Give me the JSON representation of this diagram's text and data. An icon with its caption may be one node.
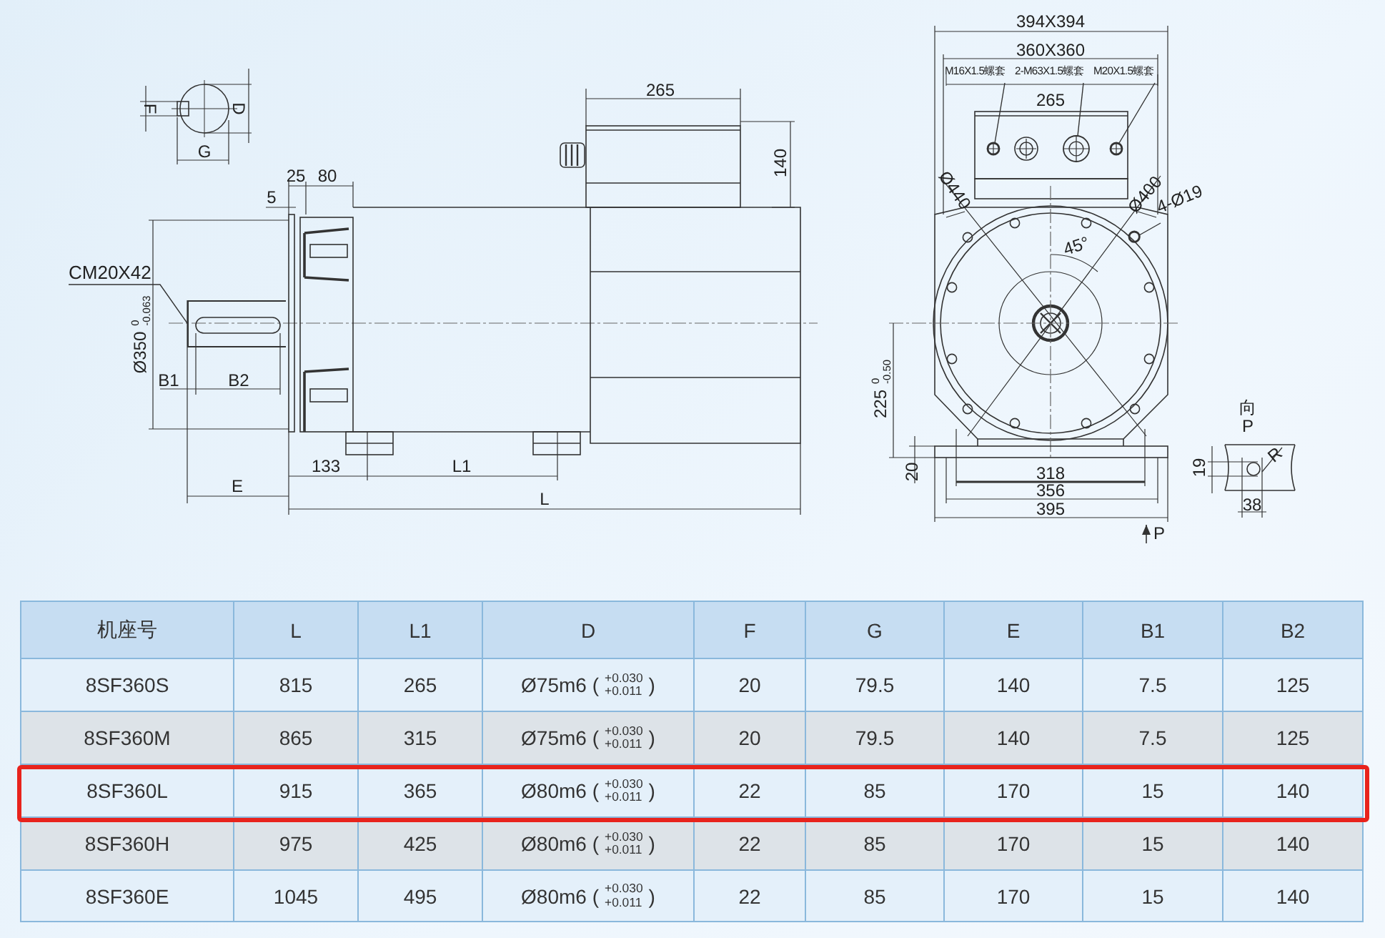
{
  "diagram": {
    "nodes": [
      {
        "text": [
          "CM20X42"
        ]
      },
      {
        "text": [],
        "shape": "box"
      },
      {
        "text": [
          "M16X1.5螺套"
        ]
      },
      {
        "text": [],
        "shape": "circle"
      },
      {
        "text": [
          "2-M63X1.5螺套"
        ]
      },
      {
        "text": [],
        "shape": "circle"
      },
      {
        "text": [
          "M20X1.5螺套"
        ]
      },
      {
        "text": [],
        "shape": "circle"
      },
      {
        "text": [
          "4-Ø19"
        ]
      },
      {
        "text": [],
        "shape": "circle"
      }
    ],
    "edges": [
      {
        "from": 0,
        "to": 1,
        "arrow": "none"
      },
      {
        "from": 2,
        "to": 3,
        "arrow": "none"
      },
      {
        "from": 4,
        "to": 5,
        "arrow": "none"
      },
      {
        "from": 6,
        "to": 7,
        "arrow": "none"
      },
      {
        "from": 8,
        "to": 9,
        "arrow": "none"
      }
    ],
    "labels": [
      "F",
      "D",
      "G",
      "265",
      "140",
      "25",
      "80",
      "5",
      "Ø350$^{0}$$_{-0.063}$",
      "B1",
      "B2",
      "133",
      "L1",
      "E",
      "L",
      "394X394",
      "360X360",
      "265",
      "Ø440",
      "Ø400",
      "45°",
      "225$^{0}$$_{-0.50}$",
      "20",
      "318",
      "356",
      "395",
      "P",
      "向",
      "P",
      "19",
      "R",
      "38",
      "机座号",
      "L",
      "L1",
      "D",
      "F",
      "G",
      "E",
      "B1",
      "B2",
      "8SF360S",
      "815",
      "265",
      "Ø75m6 ( $^{+0.030}$$_{+0.011}$ )",
      "20",
      "79.5",
      "140",
      "7.5",
      "125",
      "8SF360M",
      "865",
      "315",
      "Ø75m6 ( $^{+0.030}$$_{+0.011}$ )",
      "20",
      "79.5",
      "140",
      "7.5",
      "125",
      "8SF360L",
      "915",
      "365",
      "Ø80m6 ( $^{+0.030}$$_{+0.011}$ )",
      "22",
      "85",
      "170",
      "15",
      "140",
      "8SF360H",
      "975",
      "425",
      "Ø80m6 ( $^{+0.030}$$_{+0.011}$ )",
      "22",
      "85",
      "170",
      "15",
      "140",
      "8SF360E",
      "1045",
      "495",
      "Ø80m6 ( $^{+0.030}$$_{+0.011}$ )",
      "22",
      "85",
      "170",
      "15",
      "140"
    ]
  }
}
